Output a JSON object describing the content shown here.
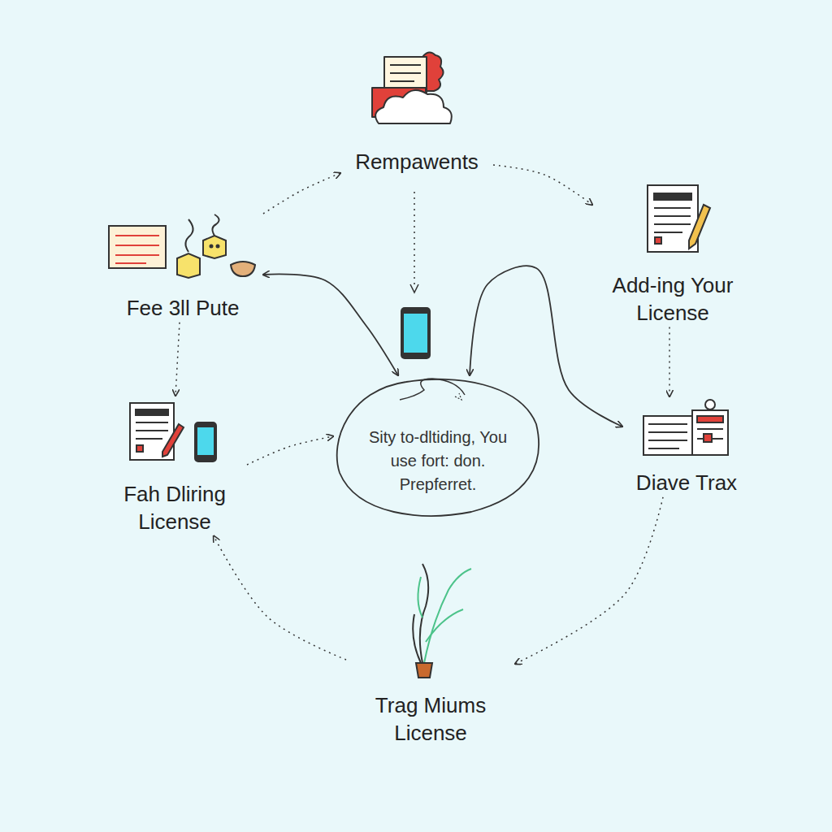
{
  "diagram": {
    "nodes": [
      {
        "text": [
          "Rempawents"
        ]
      },
      {
        "text": [
          "Add-ing Your License"
        ]
      },
      {
        "text": [
          "Diave Trax"
        ]
      },
      {
        "text": [
          "Trag Miums License"
        ]
      },
      {
        "text": [
          "Fah Dliring License"
        ]
      },
      {
        "text": [
          "Fee 3ll Pute"
        ]
      },
      {
        "text": [
          "Sity to-dltiding, You use fort: don. Prepferret."
        ]
      }
    ],
    "edges": [
      {
        "from": 0,
        "to": 1,
        "arrow": "to"
      },
      {
        "from": 1,
        "to": 2,
        "arrow": "to"
      },
      {
        "from": 2,
        "to": 3,
        "arrow": "to"
      },
      {
        "from": 3,
        "to": 4,
        "arrow": "to"
      },
      {
        "from": 4,
        "to": 6,
        "arrow": "to"
      },
      {
        "from": 5,
        "to": 4,
        "arrow": "to"
      },
      {
        "from": 5,
        "to": 0,
        "arrow": "to"
      },
      {
        "from": 5,
        "to": 6,
        "arrow": "both"
      },
      {
        "from": 2,
        "to": 6,
        "arrow": "both"
      }
    ]
  }
}
